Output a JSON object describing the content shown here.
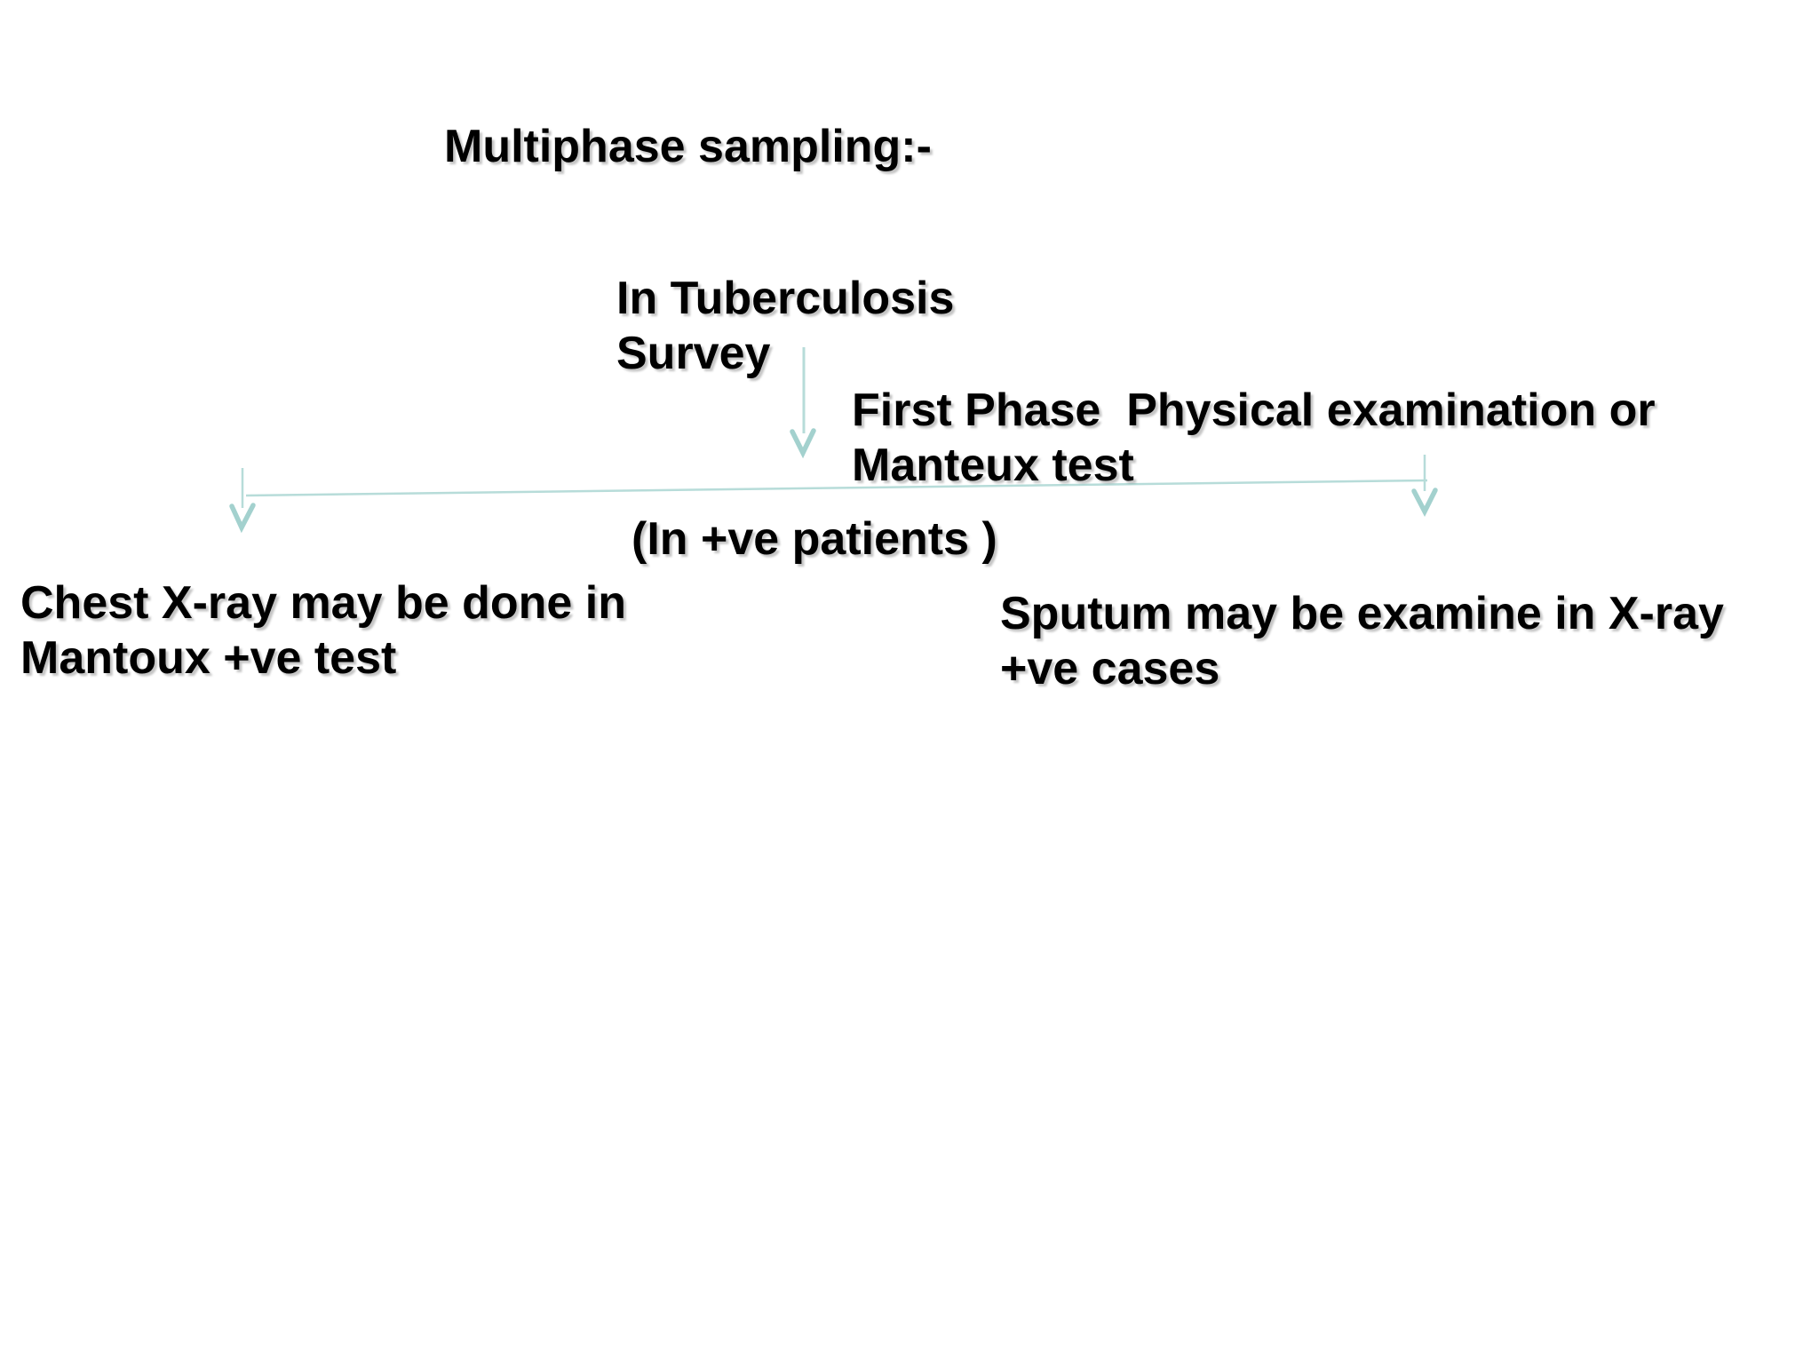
{
  "slide": {
    "title": "Multiphase sampling:-",
    "nodes": {
      "survey": "In Tuberculosis\nSurvey",
      "first_phase": "First Phase  Physical examination or\nManteux test",
      "patients_note": "(In +ve patients )",
      "left_outcome": "Chest X-ray may be done in\nMantoux +ve test",
      "right_outcome": "Sputum may be examine in X-ray\n+ve cases"
    },
    "colors": {
      "bg": "#ffffff",
      "text": "#000000",
      "arrow-line": "#b7dcd9",
      "arrow-head": "#a3d1ce"
    }
  }
}
